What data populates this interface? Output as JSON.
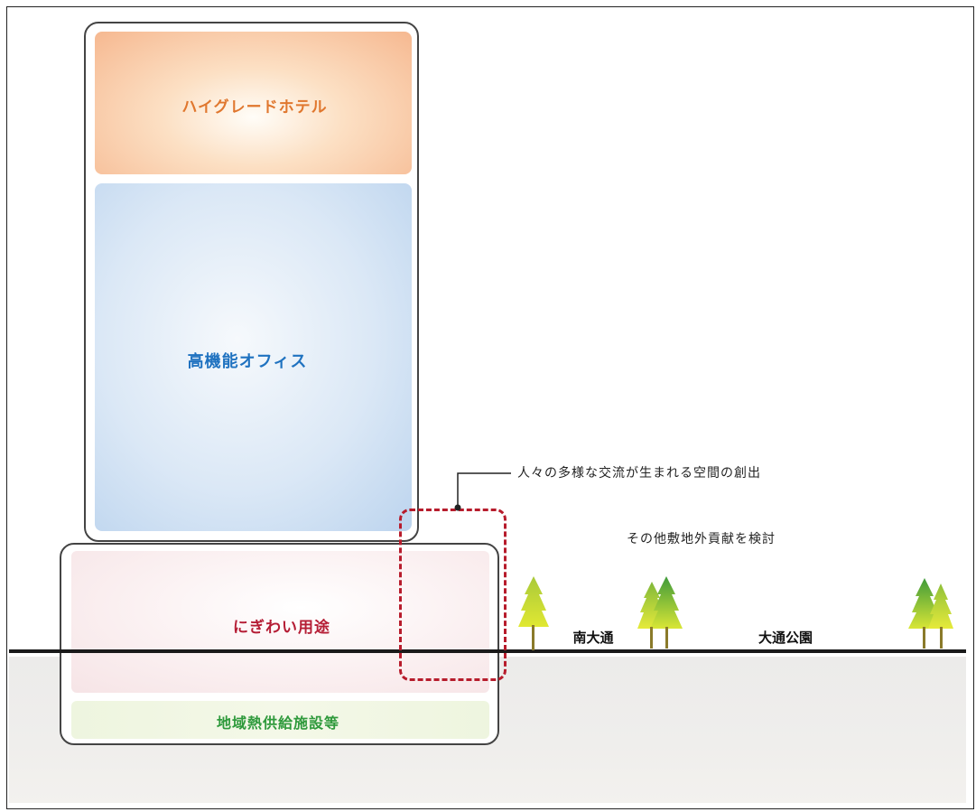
{
  "building": {
    "hotel_label": "ハイグレードホテル",
    "office_label": "高機能オフィス",
    "nigiwai_label": "にぎわい用途",
    "heat_label": "地域熱供給施設等"
  },
  "annotations": {
    "exchange_space": "人々の多様な交流が生まれる空間の創出",
    "offsite_contribution": "その他敷地外貢献を検討"
  },
  "roads": {
    "road_1": "南大通",
    "road_2": "大通公園"
  },
  "colors": {
    "hotel_text": "#e0772e",
    "office_text": "#1f72c0",
    "nigiwai_text": "#b51d35",
    "heat_text": "#2f9a3c",
    "dashed_outline": "#b71c2c"
  }
}
